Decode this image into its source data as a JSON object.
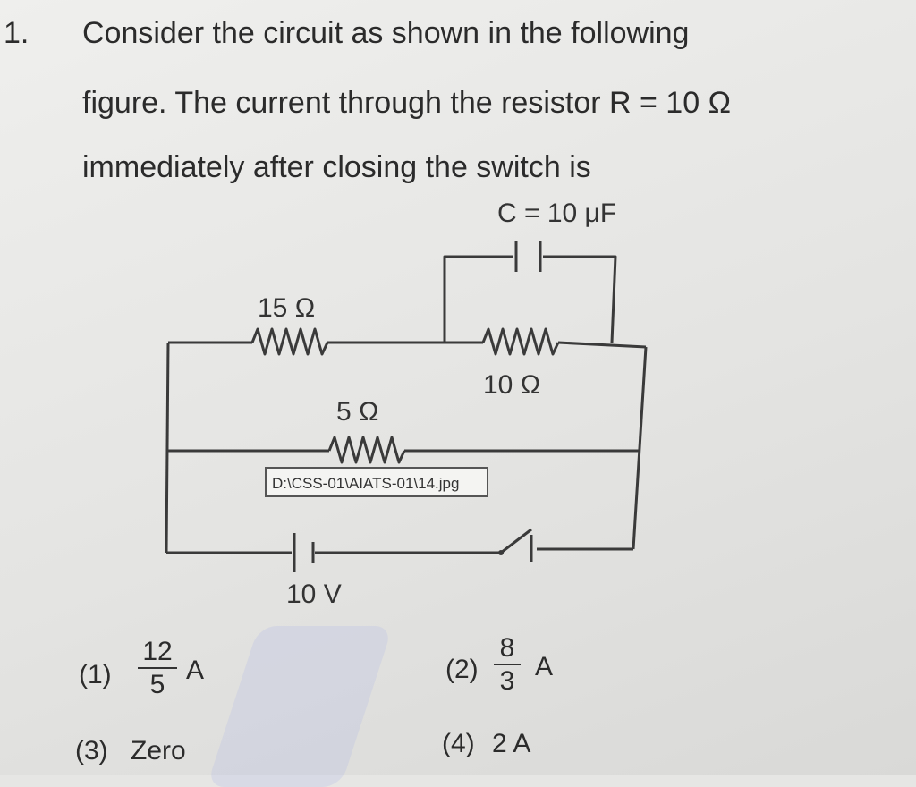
{
  "question": {
    "number": "1.",
    "line1": "Consider the circuit as shown in the following",
    "line2": "figure. The current through the resistor R = 10 Ω",
    "line3": "immediately after closing the switch is"
  },
  "circuit": {
    "capacitor_label": "C = 10 μF",
    "r15_label": "15 Ω",
    "r10_label": "10 Ω",
    "r5_label": "5 Ω",
    "battery_label": "10 V",
    "file_path": "D:\\CSS-01\\AIATS-01\\14.jpg"
  },
  "options": {
    "o1": {
      "label": "(1)",
      "num": "12",
      "den": "5",
      "unit": "A"
    },
    "o2": {
      "label": "(2)",
      "num": "8",
      "den": "3",
      "unit": "A"
    },
    "o3": {
      "label": "(3)",
      "text": "Zero"
    },
    "o4": {
      "label": "(4)",
      "text": "2 A"
    }
  }
}
